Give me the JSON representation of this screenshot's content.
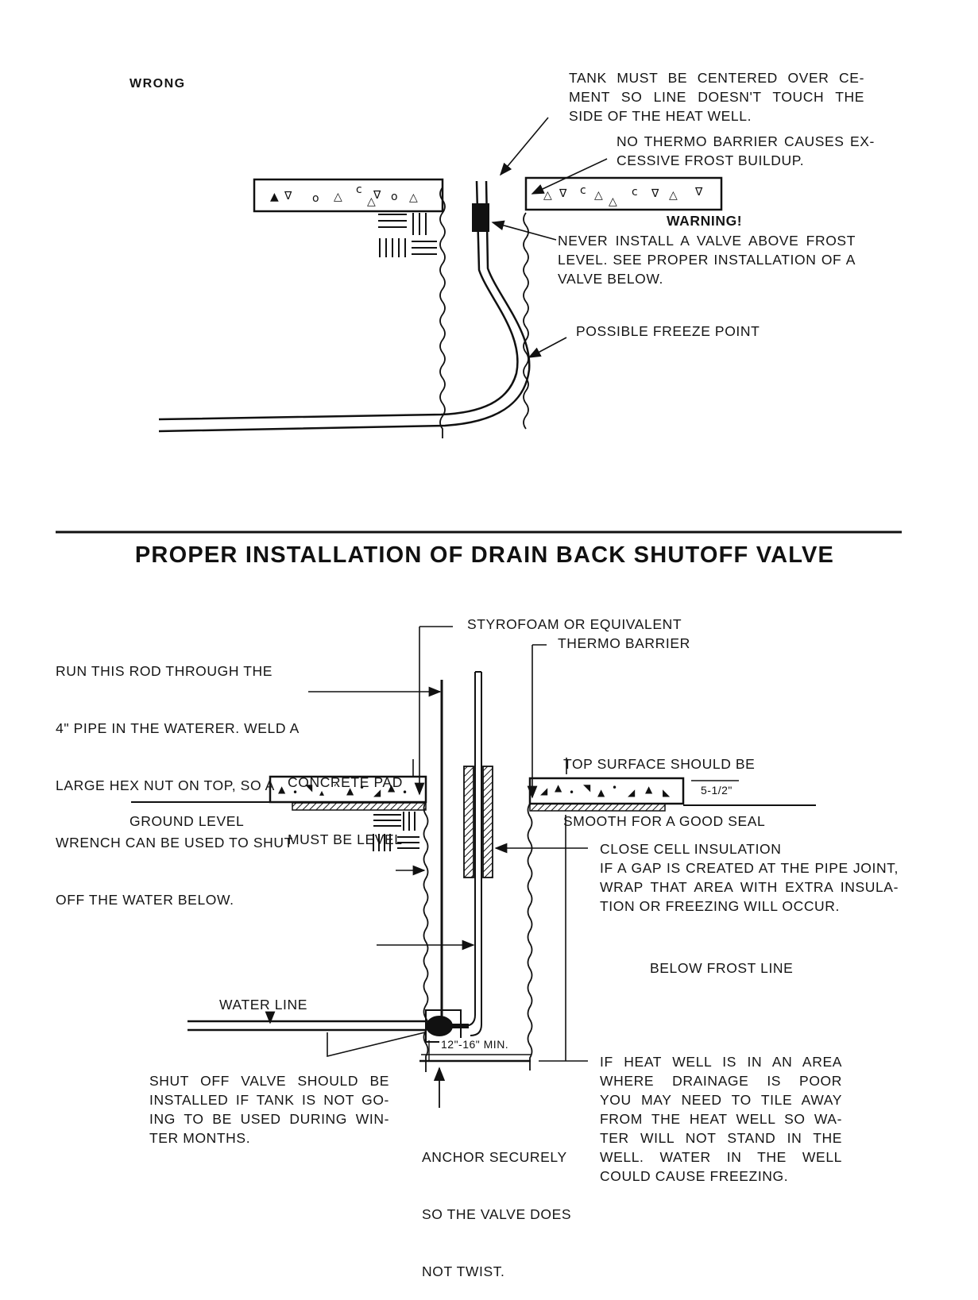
{
  "wrong_section": {
    "label": "WRONG",
    "tank_note": [
      "TANK MUST BE CENTERED OVER CE-",
      "MENT SO LINE DOESN'T TOUCH THE",
      "SIDE OF THE HEAT WELL."
    ],
    "barrier_note": [
      "NO THERMO BARRIER CAUSES EX-",
      "CESSIVE FROST BUILDUP."
    ],
    "warning_title": "WARNING!",
    "warning_text": [
      "NEVER INSTALL A VALVE ABOVE FROST",
      "LEVEL. SEE PROPER INSTALLATION OF A",
      "VALVE BELOW."
    ],
    "freeze_note": "POSSIBLE FREEZE POINT"
  },
  "title": "PROPER INSTALLATION OF DRAIN BACK SHUTOFF VALVE",
  "proper_section": {
    "rod_note": [
      "RUN THIS ROD THROUGH THE",
      "4\" PIPE IN THE WATERER. WELD A",
      "LARGE HEX NUT ON TOP, SO A",
      "WRENCH CAN BE USED TO SHUT",
      "OFF THE WATER BELOW."
    ],
    "styrofoam_note": [
      "STYROFOAM OR EQUIVALENT",
      "THERMO BARRIER"
    ],
    "top_surface_note": [
      "TOP SURFACE SHOULD BE",
      "SMOOTH FOR A GOOD SEAL"
    ],
    "concrete_note": [
      "CONCRETE PAD",
      "MUST BE LEVEL"
    ],
    "thickness_label": "5-1/2\"",
    "ground_level": "GROUND LEVEL",
    "insulation_title": "CLOSE CELL INSULATION",
    "insulation_note": [
      "IF A GAP IS CREATED AT THE PIPE JOINT,",
      "WRAP THAT AREA WITH EXTRA INSULA-",
      "TION OR FREEZING WILL OCCUR."
    ],
    "frost_line": "BELOW FROST LINE",
    "water_line": "WATER LINE",
    "min_depth": "12\"-16\" MIN.",
    "shutoff_note": [
      "SHUT OFF VALVE SHOULD BE",
      "INSTALLED IF TANK IS NOT GO-",
      "ING TO BE USED DURING WIN-",
      "TER MONTHS."
    ],
    "anchor_note": [
      "ANCHOR SECURELY",
      "SO THE VALVE DOES",
      "NOT TWIST."
    ],
    "drainage_note": [
      "IF HEAT WELL IS IN AN AREA",
      "WHERE DRAINAGE IS POOR",
      "YOU MAY NEED TO TILE AWAY",
      "FROM THE HEAT WELL SO WA-",
      "TER WILL NOT STAND IN THE",
      "WELL. WATER IN THE WELL",
      "COULD CAUSE FREEZING."
    ]
  }
}
